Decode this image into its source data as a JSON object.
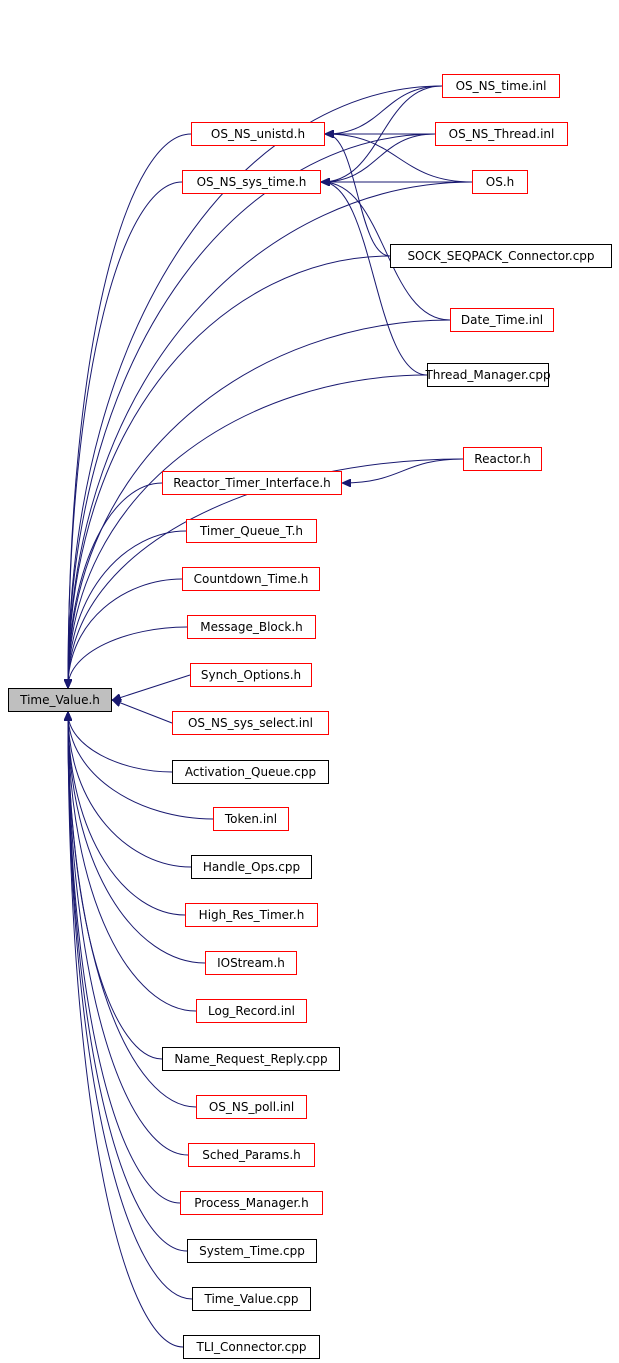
{
  "colors": {
    "edge": "#191970",
    "node_border_link": "#ff0000",
    "node_border_plain": "#000000",
    "root_fill": "#bfbfbf"
  },
  "root": "Time_Value.h",
  "nodes": [
    {
      "id": "time_value_h",
      "label": "Time_Value.h",
      "border": "black",
      "root": true
    },
    {
      "id": "os_ns_time_inl",
      "label": "OS_NS_time.inl",
      "border": "red"
    },
    {
      "id": "os_ns_unistd_h",
      "label": "OS_NS_unistd.h",
      "border": "red"
    },
    {
      "id": "os_ns_thread_inl",
      "label": "OS_NS_Thread.inl",
      "border": "red"
    },
    {
      "id": "os_ns_sys_time_h",
      "label": "OS_NS_sys_time.h",
      "border": "red"
    },
    {
      "id": "os_h",
      "label": "OS.h",
      "border": "red"
    },
    {
      "id": "sock_seqpack_connector_cpp",
      "label": "SOCK_SEQPACK_Connector.cpp",
      "border": "black"
    },
    {
      "id": "date_time_inl",
      "label": "Date_Time.inl",
      "border": "red"
    },
    {
      "id": "thread_manager_cpp",
      "label": "Thread_Manager.cpp",
      "border": "black"
    },
    {
      "id": "reactor_h",
      "label": "Reactor.h",
      "border": "red"
    },
    {
      "id": "reactor_timer_interface_h",
      "label": "Reactor_Timer_Interface.h",
      "border": "red"
    },
    {
      "id": "timer_queue_t_h",
      "label": "Timer_Queue_T.h",
      "border": "red"
    },
    {
      "id": "countdown_time_h",
      "label": "Countdown_Time.h",
      "border": "red"
    },
    {
      "id": "message_block_h",
      "label": "Message_Block.h",
      "border": "red"
    },
    {
      "id": "synch_options_h",
      "label": "Synch_Options.h",
      "border": "red"
    },
    {
      "id": "os_ns_sys_select_inl",
      "label": "OS_NS_sys_select.inl",
      "border": "red"
    },
    {
      "id": "activation_queue_cpp",
      "label": "Activation_Queue.cpp",
      "border": "black"
    },
    {
      "id": "token_inl",
      "label": "Token.inl",
      "border": "red"
    },
    {
      "id": "handle_ops_cpp",
      "label": "Handle_Ops.cpp",
      "border": "black"
    },
    {
      "id": "high_res_timer_h",
      "label": "High_Res_Timer.h",
      "border": "red"
    },
    {
      "id": "iostream_h",
      "label": "IOStream.h",
      "border": "red"
    },
    {
      "id": "log_record_inl",
      "label": "Log_Record.inl",
      "border": "red"
    },
    {
      "id": "name_request_reply_cpp",
      "label": "Name_Request_Reply.cpp",
      "border": "black"
    },
    {
      "id": "os_ns_poll_inl",
      "label": "OS_NS_poll.inl",
      "border": "red"
    },
    {
      "id": "sched_params_h",
      "label": "Sched_Params.h",
      "border": "red"
    },
    {
      "id": "process_manager_h",
      "label": "Process_Manager.h",
      "border": "red"
    },
    {
      "id": "system_time_cpp",
      "label": "System_Time.cpp",
      "border": "black"
    },
    {
      "id": "time_value_cpp",
      "label": "Time_Value.cpp",
      "border": "black"
    },
    {
      "id": "tli_connector_cpp",
      "label": "TLI_Connector.cpp",
      "border": "black"
    }
  ],
  "edges": [
    {
      "from": "os_ns_time_inl",
      "to": "time_value_h"
    },
    {
      "from": "os_ns_unistd_h",
      "to": "time_value_h"
    },
    {
      "from": "os_ns_thread_inl",
      "to": "time_value_h"
    },
    {
      "from": "os_ns_sys_time_h",
      "to": "time_value_h"
    },
    {
      "from": "os_h",
      "to": "time_value_h"
    },
    {
      "from": "sock_seqpack_connector_cpp",
      "to": "time_value_h"
    },
    {
      "from": "date_time_inl",
      "to": "time_value_h"
    },
    {
      "from": "thread_manager_cpp",
      "to": "time_value_h"
    },
    {
      "from": "reactor_h",
      "to": "time_value_h"
    },
    {
      "from": "reactor_timer_interface_h",
      "to": "time_value_h"
    },
    {
      "from": "timer_queue_t_h",
      "to": "time_value_h"
    },
    {
      "from": "countdown_time_h",
      "to": "time_value_h"
    },
    {
      "from": "message_block_h",
      "to": "time_value_h"
    },
    {
      "from": "synch_options_h",
      "to": "time_value_h"
    },
    {
      "from": "os_ns_sys_select_inl",
      "to": "time_value_h"
    },
    {
      "from": "activation_queue_cpp",
      "to": "time_value_h"
    },
    {
      "from": "token_inl",
      "to": "time_value_h"
    },
    {
      "from": "handle_ops_cpp",
      "to": "time_value_h"
    },
    {
      "from": "high_res_timer_h",
      "to": "time_value_h"
    },
    {
      "from": "iostream_h",
      "to": "time_value_h"
    },
    {
      "from": "log_record_inl",
      "to": "time_value_h"
    },
    {
      "from": "name_request_reply_cpp",
      "to": "time_value_h"
    },
    {
      "from": "os_ns_poll_inl",
      "to": "time_value_h"
    },
    {
      "from": "sched_params_h",
      "to": "time_value_h"
    },
    {
      "from": "process_manager_h",
      "to": "time_value_h"
    },
    {
      "from": "system_time_cpp",
      "to": "time_value_h"
    },
    {
      "from": "time_value_cpp",
      "to": "time_value_h"
    },
    {
      "from": "tli_connector_cpp",
      "to": "time_value_h"
    },
    {
      "from": "os_ns_time_inl",
      "to": "os_ns_unistd_h"
    },
    {
      "from": "os_ns_thread_inl",
      "to": "os_ns_unistd_h"
    },
    {
      "from": "os_h",
      "to": "os_ns_unistd_h"
    },
    {
      "from": "sock_seqpack_connector_cpp",
      "to": "os_ns_unistd_h"
    },
    {
      "from": "os_ns_time_inl",
      "to": "os_ns_sys_time_h"
    },
    {
      "from": "os_ns_thread_inl",
      "to": "os_ns_sys_time_h"
    },
    {
      "from": "os_h",
      "to": "os_ns_sys_time_h"
    },
    {
      "from": "date_time_inl",
      "to": "os_ns_sys_time_h"
    },
    {
      "from": "thread_manager_cpp",
      "to": "os_ns_sys_time_h"
    },
    {
      "from": "reactor_h",
      "to": "reactor_timer_interface_h"
    }
  ]
}
